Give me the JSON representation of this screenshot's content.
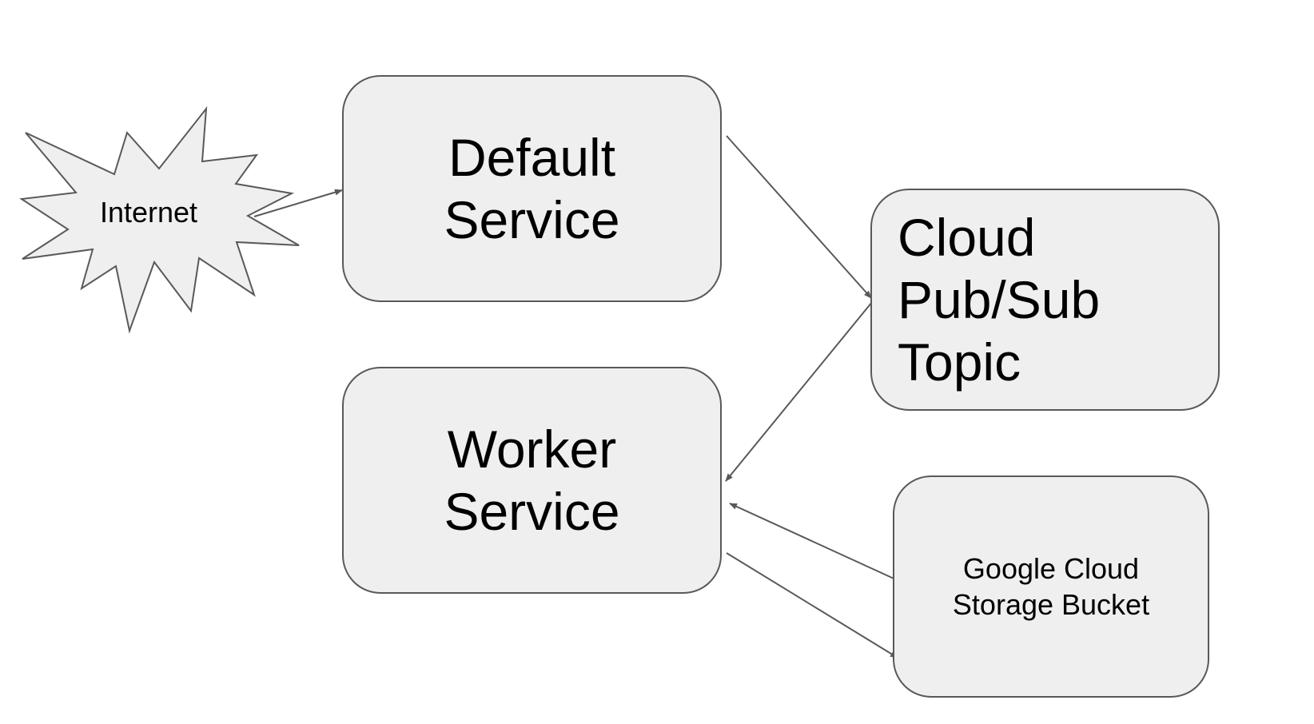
{
  "nodes": {
    "internet": {
      "label": "Internet",
      "shape": "starburst"
    },
    "default_service": {
      "lines": [
        "Default",
        "Service"
      ]
    },
    "pubsub_topic": {
      "lines": [
        "Cloud",
        "Pub/Sub",
        "Topic"
      ]
    },
    "worker_service": {
      "lines": [
        "Worker",
        "Service"
      ]
    },
    "storage_bucket": {
      "lines": [
        "Google Cloud",
        "Storage Bucket"
      ]
    }
  },
  "edges": [
    {
      "from": "internet",
      "to": "default_service"
    },
    {
      "from": "default_service",
      "to": "pubsub_topic"
    },
    {
      "from": "pubsub_topic",
      "to": "worker_service"
    },
    {
      "from": "storage_bucket",
      "to": "worker_service"
    },
    {
      "from": "worker_service",
      "to": "storage_bucket"
    }
  ],
  "colors": {
    "node_fill": "#efefef",
    "node_stroke": "#595959",
    "arrow": "#595959",
    "text": "#000000",
    "background": "#ffffff"
  }
}
